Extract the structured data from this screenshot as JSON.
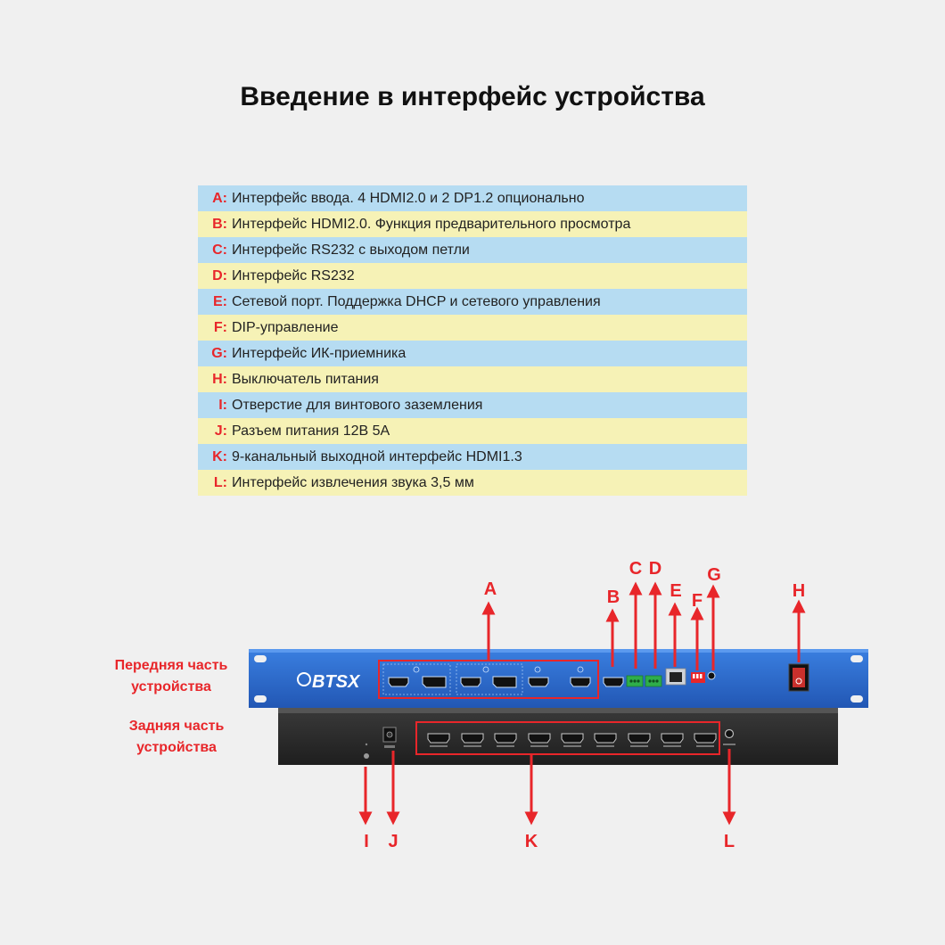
{
  "title": "Введение в интерфейс устройства",
  "legend": [
    {
      "key": "A:",
      "text": "Интерфейс ввода. 4 HDMI2.0 и 2 DP1.2 опционально"
    },
    {
      "key": "B:",
      "text": "Интерфейс HDMI2.0. Функция предварительного просмотра"
    },
    {
      "key": "C:",
      "text": "Интерфейс RS232 с выходом петли"
    },
    {
      "key": "D:",
      "text": "Интерфейс RS232"
    },
    {
      "key": "E:",
      "text": "Сетевой порт. Поддержка DHCP и сетевого управления"
    },
    {
      "key": "F:",
      "text": "DIP-управление"
    },
    {
      "key": "G:",
      "text": "Интерфейс ИК-приемника"
    },
    {
      "key": "H:",
      "text": "Выключатель питания"
    },
    {
      "key": "I:",
      "text": "Отверстие для винтового заземления"
    },
    {
      "key": "J:",
      "text": "Разъем питания 12В 5А"
    },
    {
      "key": "K:",
      "text": "9-канальный выходной интерфейс HDMI1.3"
    },
    {
      "key": "L:",
      "text": "Интерфейс извлечения звука 3,5 мм"
    }
  ],
  "labels": {
    "front": "Передняя часть устройства",
    "rear": "Задняя часть устройства"
  },
  "callouts": {
    "A": "A",
    "B": "B",
    "C": "C",
    "D": "D",
    "E": "E",
    "F": "F",
    "G": "G",
    "H": "H",
    "I": "I",
    "J": "J",
    "K": "K",
    "L": "L"
  },
  "brand": "BTSX",
  "colors": {
    "accent_red": "#e8262a",
    "front_panel_blue": "#2f6fd0",
    "rear_panel_dark": "#2b2b2b",
    "legend_blue": "#b6dcf2",
    "legend_yellow": "#f6f2b6"
  }
}
